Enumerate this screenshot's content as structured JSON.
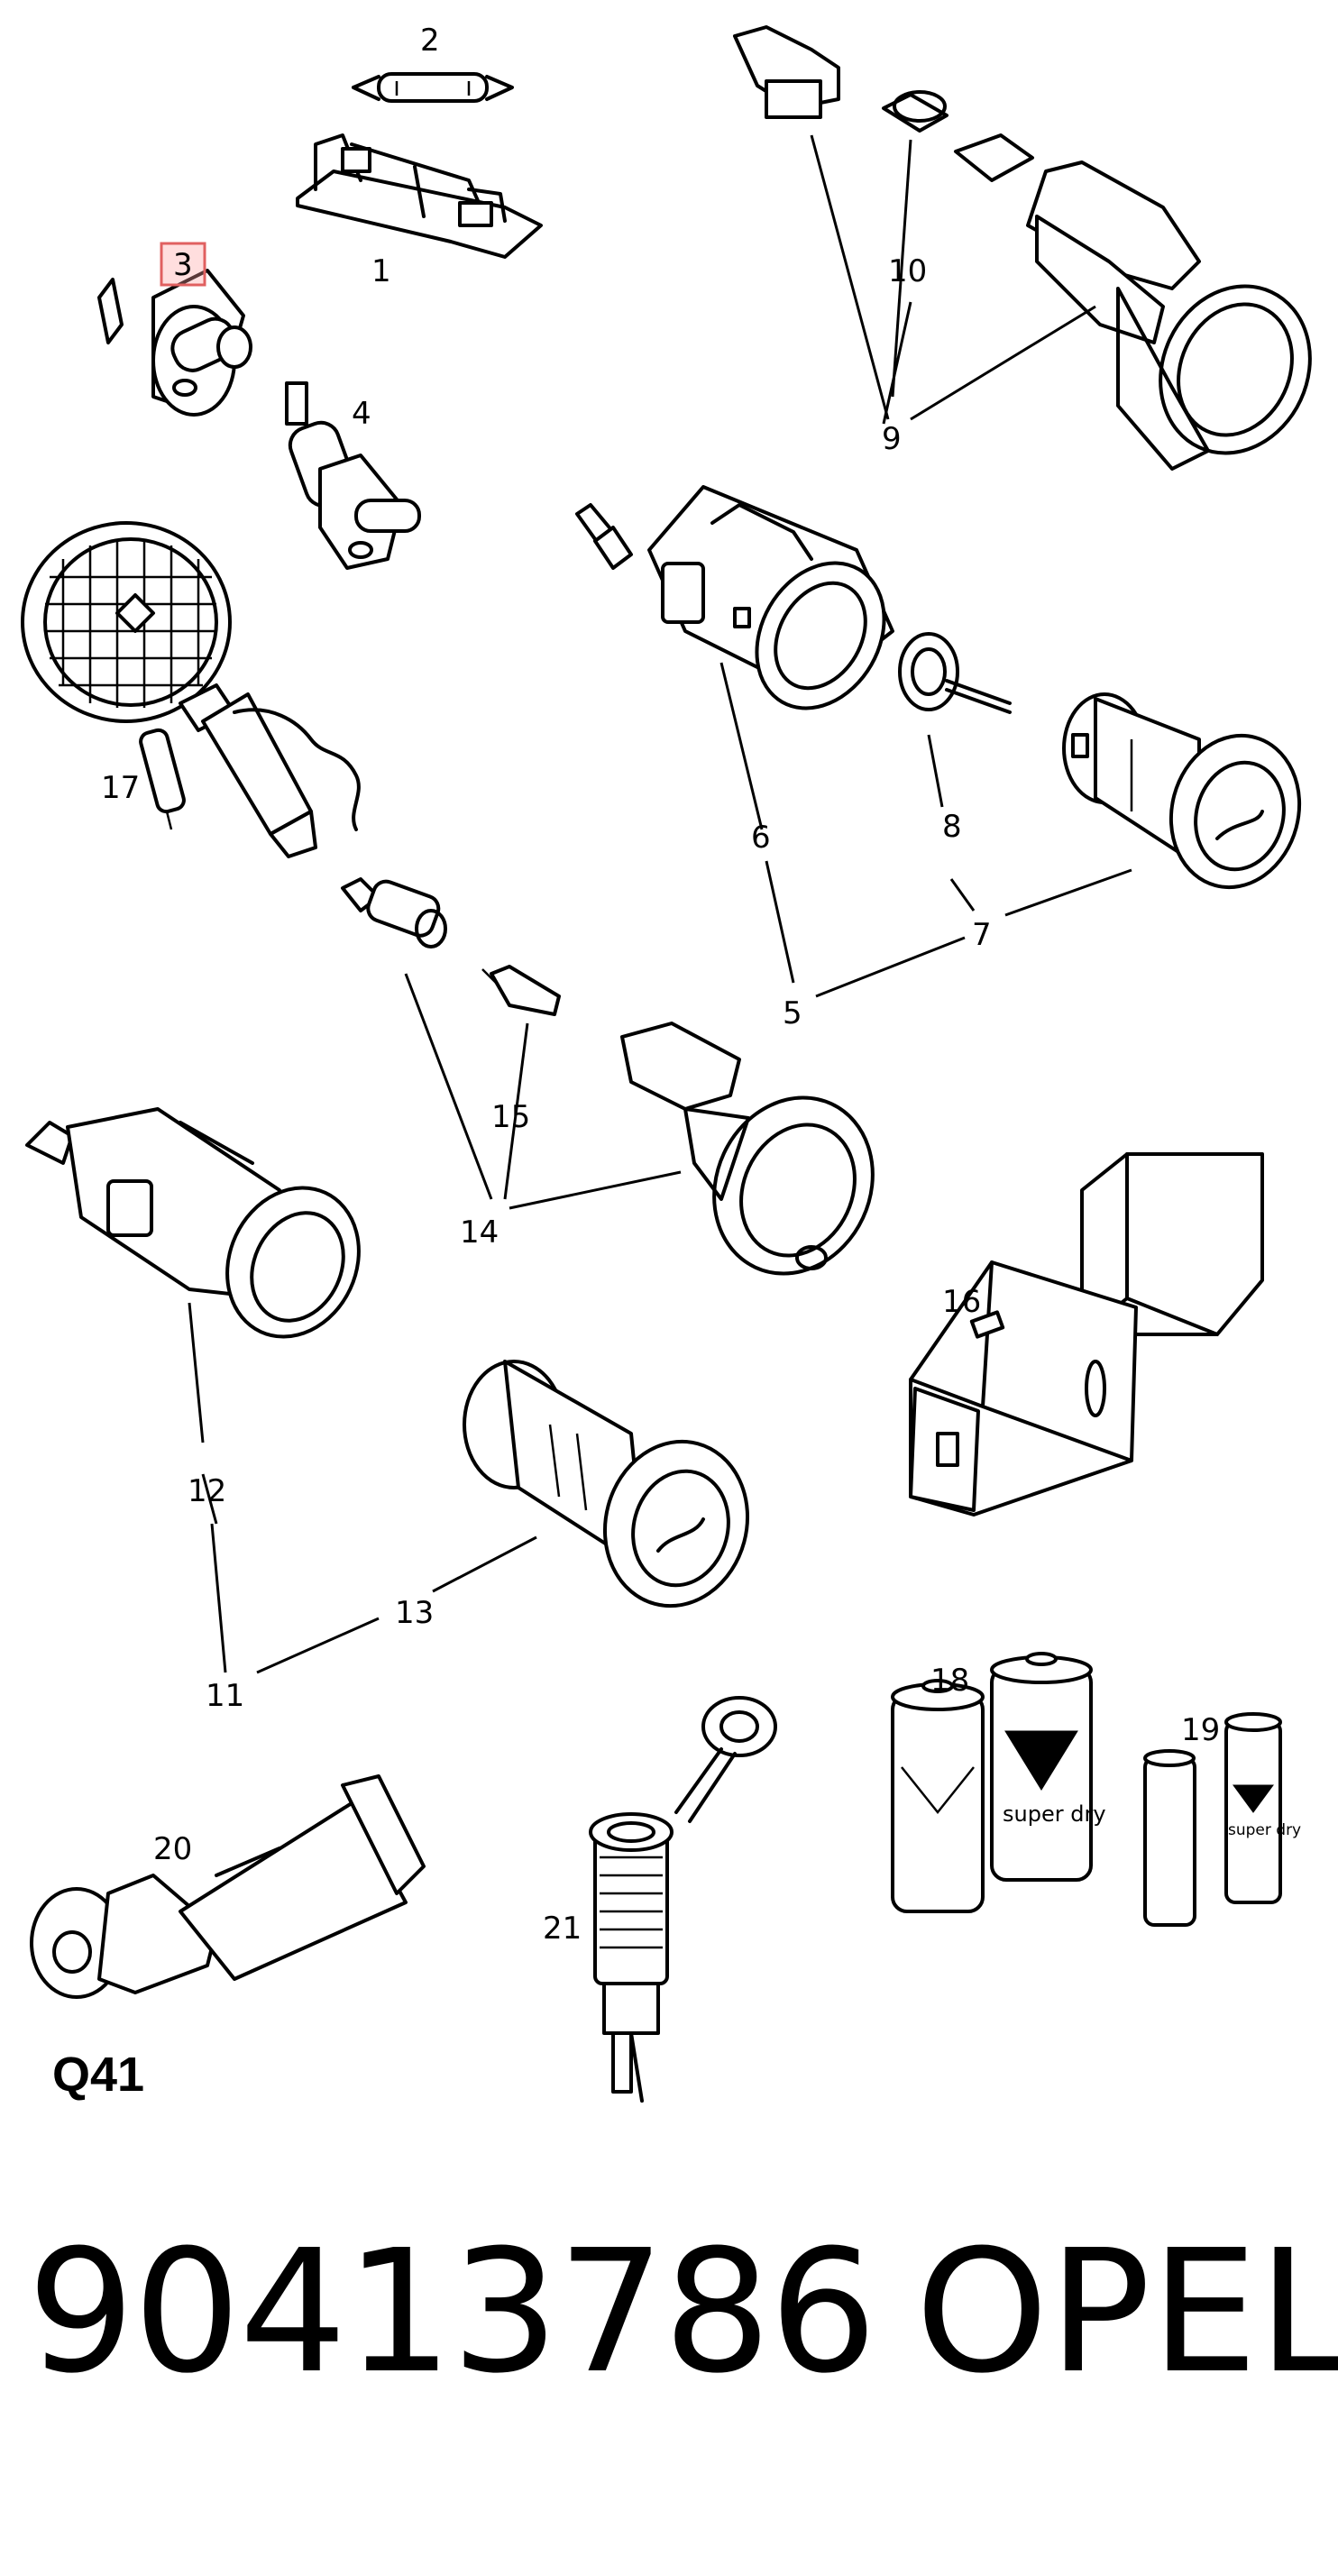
{
  "diagram": {
    "callouts": [
      "1",
      "2",
      "3",
      "4",
      "5",
      "6",
      "7",
      "8",
      "9",
      "10",
      "11",
      "12",
      "13",
      "14",
      "15",
      "16",
      "17",
      "18",
      "19",
      "20",
      "21"
    ],
    "highlighted_callout": "3",
    "code": "Q41",
    "battery_text_left": "super dry",
    "battery_text_right": "super dry"
  },
  "footer": {
    "part_number": "90413786",
    "brand": "OPEL"
  },
  "colors": {
    "ink": "#000000",
    "background": "#ffffff",
    "highlight": "#e06060"
  }
}
